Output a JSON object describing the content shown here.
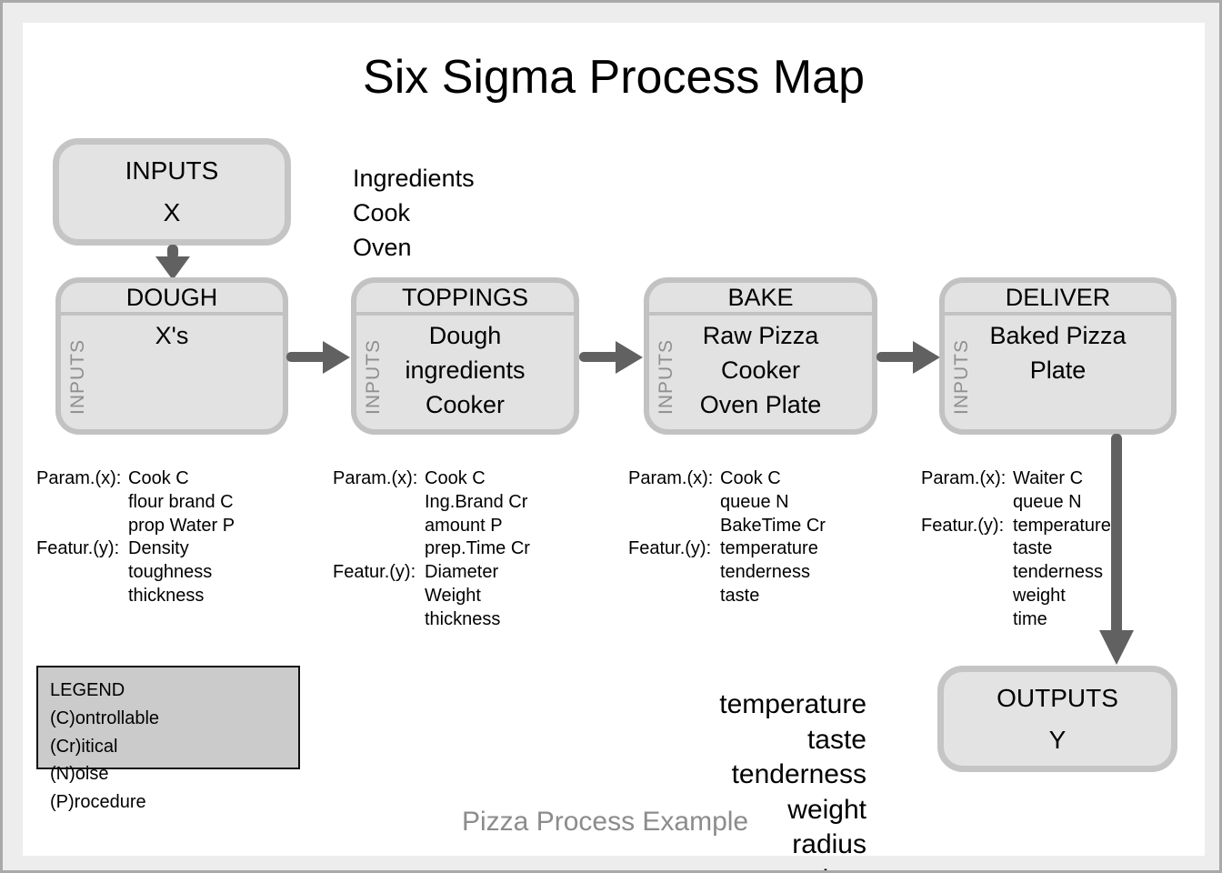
{
  "title": "Six Sigma Process Map",
  "colors": {
    "page_bg": "#ffffff",
    "margin_bg": "#ededed",
    "box_fill": "#e2e2e2",
    "box_border": "#c2c2c2",
    "arrow": "#616161",
    "side_label_gray": "#8f8f8f",
    "legend_fill": "#cbcbcb",
    "caption_gray": "#8c8c8c"
  },
  "top_inputs_box": {
    "line1": "INPUTS",
    "line2": "X"
  },
  "top_inputs_list": [
    "Ingredients",
    "Cook",
    "Oven"
  ],
  "process_boxes": [
    {
      "header": "DOUGH",
      "side_label": "INPUTS",
      "lines": [
        "X's"
      ]
    },
    {
      "header": "TOPPINGS",
      "side_label": "INPUTS",
      "lines": [
        "Dough",
        "ingredients",
        "Cooker"
      ]
    },
    {
      "header": "BAKE",
      "side_label": "INPUTS",
      "lines": [
        "Raw Pizza",
        "Cooker",
        "Oven Plate"
      ]
    },
    {
      "header": "DELIVER",
      "side_label": "INPUTS",
      "lines": [
        "Baked Pizza",
        "Plate"
      ]
    }
  ],
  "param_columns": [
    {
      "rows": [
        {
          "label": "Param.(x):",
          "value": "Cook C"
        },
        {
          "label": "",
          "value": "flour brand C"
        },
        {
          "label": "",
          "value": "prop Water P"
        },
        {
          "label": "Featur.(y):",
          "value": "Density"
        },
        {
          "label": "",
          "value": "toughness"
        },
        {
          "label": "",
          "value": "thickness"
        }
      ]
    },
    {
      "rows": [
        {
          "label": "Param.(x):",
          "value": "Cook C"
        },
        {
          "label": "",
          "value": "Ing.Brand Cr"
        },
        {
          "label": "",
          "value": "amount P"
        },
        {
          "label": "",
          "value": "prep.Time Cr"
        },
        {
          "label": "Featur.(y):",
          "value": "Diameter"
        },
        {
          "label": "",
          "value": "Weight"
        },
        {
          "label": "",
          "value": "thickness"
        }
      ]
    },
    {
      "rows": [
        {
          "label": "Param.(x):",
          "value": "Cook C"
        },
        {
          "label": "",
          "value": "queue N"
        },
        {
          "label": "",
          "value": "BakeTime Cr"
        },
        {
          "label": "Featur.(y):",
          "value": "temperature"
        },
        {
          "label": "",
          "value": "tenderness"
        },
        {
          "label": "",
          "value": "taste"
        }
      ]
    },
    {
      "rows": [
        {
          "label": "Param.(x):",
          "value": "Waiter C"
        },
        {
          "label": "",
          "value": "queue N"
        },
        {
          "label": "Featur.(y):",
          "value": "temperature"
        },
        {
          "label": "",
          "value": "taste"
        },
        {
          "label": "",
          "value": "tenderness"
        },
        {
          "label": "",
          "value": "weight"
        },
        {
          "label": "",
          "value": "time"
        }
      ]
    }
  ],
  "legend": {
    "title": "LEGEND",
    "item1": "(C)ontrollable",
    "item2": "(Cr)itical",
    "item3": "(N)oise",
    "item4": "(P)rocedure"
  },
  "outputs_box": {
    "line1": "OUTPUTS",
    "line2": "Y"
  },
  "output_list": [
    "temperature",
    "taste",
    "tenderness",
    "weight",
    "radius",
    "time"
  ],
  "caption": "Pizza Process Example"
}
